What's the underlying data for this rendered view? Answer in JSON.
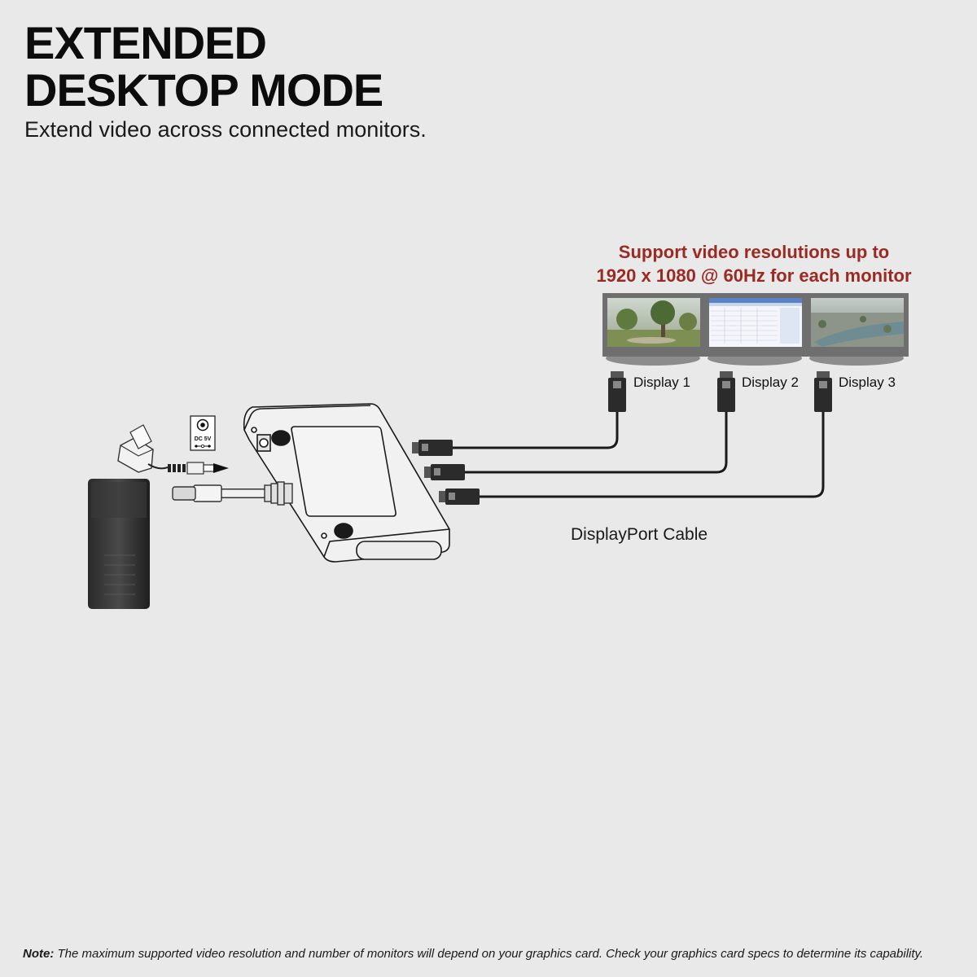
{
  "header": {
    "title_line1": "EXTENDED",
    "title_line2": "DESKTOP MODE",
    "subtitle": "Extend video across connected monitors."
  },
  "monitors": {
    "support_line1": "Support video resolutions up to",
    "support_line2": "1920 x 1080 @ 60Hz for each monitor",
    "displays": [
      "Display 1",
      "Display 2",
      "Display 3"
    ]
  },
  "cable": {
    "label": "DisplayPort Cable"
  },
  "power": {
    "jack_label": "DC 5V"
  },
  "note": {
    "prefix": "Note:",
    "text": "The maximum supported video resolution and number of monitors will depend on your graphics card. Check your graphics card specs to determine its capability."
  },
  "colors": {
    "background": "#e9e9e9",
    "accent_red": "#9a2a22",
    "cable": "#1a1a1a"
  }
}
